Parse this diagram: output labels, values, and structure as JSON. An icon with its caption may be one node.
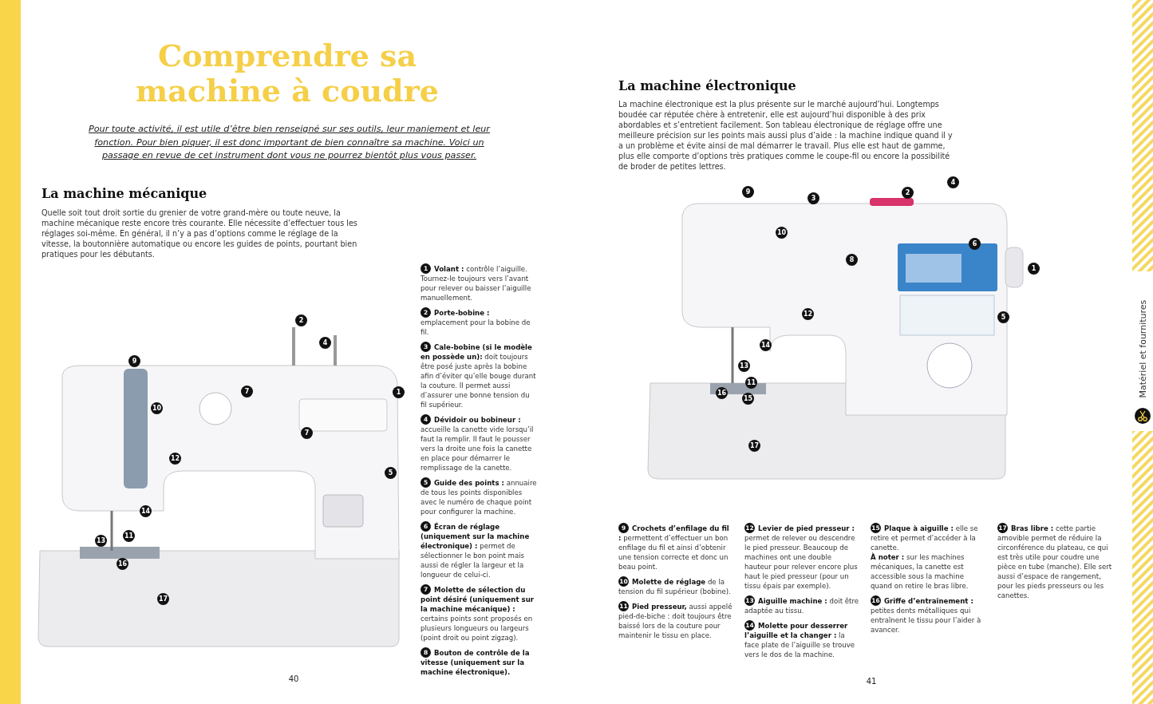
{
  "diagram": {
    "title": "Comprendre sa machine à coudre",
    "labels": [
      "Pour toute activité, il est utile d’être bien renseigné sur ses outils, leur maniement et leur fonction. Pour bien piquer, il est donc important de bien connaître sa machine. Voici un passage en revue de cet instrument dont vous ne pourrez bientôt plus vous passer.",
      "La machine mécanique",
      "Quelle soit tout droit sortie du grenier de votre grand-mère ou toute neuve, la machine mécanique reste encore très courante. Elle nécessite d’effectuer tous les réglages soi-même. En général, il n’y a pas d’options comme le réglage de la vitesse, la boutonnière automatique ou encore les guides de points, pourtant bien pratiques pour les débutants.",
      "La machine électronique",
      "La machine électronique est la plus présente sur le marché aujourd’hui. Longtemps boudée car réputée chère à entretenir, elle est aujourd’hui disponible à des prix abordables et s’entretient facilement. Son tableau électronique de réglage offre une meilleure précision sur les points mais aussi plus d’aide : la machine indique quand il y a un problème et évite ainsi de mal démarrer le travail. Plus elle est haut de gamme, plus elle comporte d’options très pratiques comme le coupe-fil ou encore la possibilité de broder de petites lettres.",
      "9",
      "2",
      "4",
      "7",
      "10",
      "1",
      "7",
      "12",
      "5",
      "14",
      "13",
      "11",
      "16",
      "17",
      "9",
      "3",
      "2",
      "4",
      "10",
      "6",
      "8",
      "1",
      "12",
      "5",
      "14",
      "13",
      "11",
      "16",
      "15",
      "17",
      "1",
      "**Volant :** contrôle l’aiguille. Tournez-le toujours vers l’avant pour relever ou baisser l’aiguille manuellement.",
      "2",
      "**Porte-bobine :** emplacement pour la bobine de fil.",
      "3",
      "**Cale-bobine (si le modèle en possède un):** doit toujours être posé juste après la bobine afin d’éviter qu’elle bouge durant la couture. Il permet aussi d’assurer une bonne tension du fil supérieur.",
      "4",
      "**Dévidoir ou bobineur :** accueille la canette vide lorsqu’il faut la remplir. Il faut le pousser vers la droite une fois la canette en place pour démarrer le remplissage de la canette.",
      "5",
      "**Guide des points :** annuaire de tous les points disponibles avec le numéro de chaque point pour configurer la machine.",
      "6",
      "**Écran de réglage (uniquement sur la machine électronique) :** permet de sélectionner le bon point mais aussi de régler la largeur et la longueur de celui-ci.",
      "7",
      "**Molette de sélection du point désiré (uniquement sur la machine mécanique) :** certains points sont proposés en plusieurs longueurs ou largeurs (point droit ou point zigzag).",
      "8",
      "**Bouton de contrôle de la vitesse (uniquement sur la machine électronique).**",
      "9",
      "**Crochets d’enfilage du fil :** permettent d’effectuer un bon enfilage du fil et ainsi d’obtenir une tension correcte et donc un beau point.",
      "10",
      "**Molette de réglage** de la tension du fil supérieur (bobine).",
      "11",
      "**Pied presseur,** aussi appelé pied-de-biche : doit toujours être baissé lors de la couture pour maintenir le tissu en place.",
      "12",
      "**Levier de pied presseur :** permet de relever ou descendre le pied presseur. Beaucoup de machines ont une double hauteur pour relever encore plus haut le pied presseur (pour un tissu épais par exemple).",
      "13",
      "**Aiguille machine :** doit être adaptée au tissu.",
      "14",
      "**Molette pour desserrer l’aiguille et la changer :** la face plate de l’aiguille se trouve vers le dos de la machine.",
      "15",
      "**Plaque à aiguille :** elle se retire et permet d’accéder à la canette.",
      "**À noter :** sur les machines mécaniques, la canette est accessible sous la machine quand on retire le bras libre.",
      "16",
      "**Griffe d’entraînement :** petites dents métalliques qui entraînent le tissu pour l’aider à avancer.",
      "17",
      "**Bras libre :** cette partie amovible permet de réduire la circonférence du plateau, ce qui est très utile pour coudre une pièce en tube (manche). Elle sert aussi d’espace de rangement, pour les pieds presseurs ou les canettes.",
      "40",
      "41",
      "Matériel et fournitures"
    ]
  }
}
